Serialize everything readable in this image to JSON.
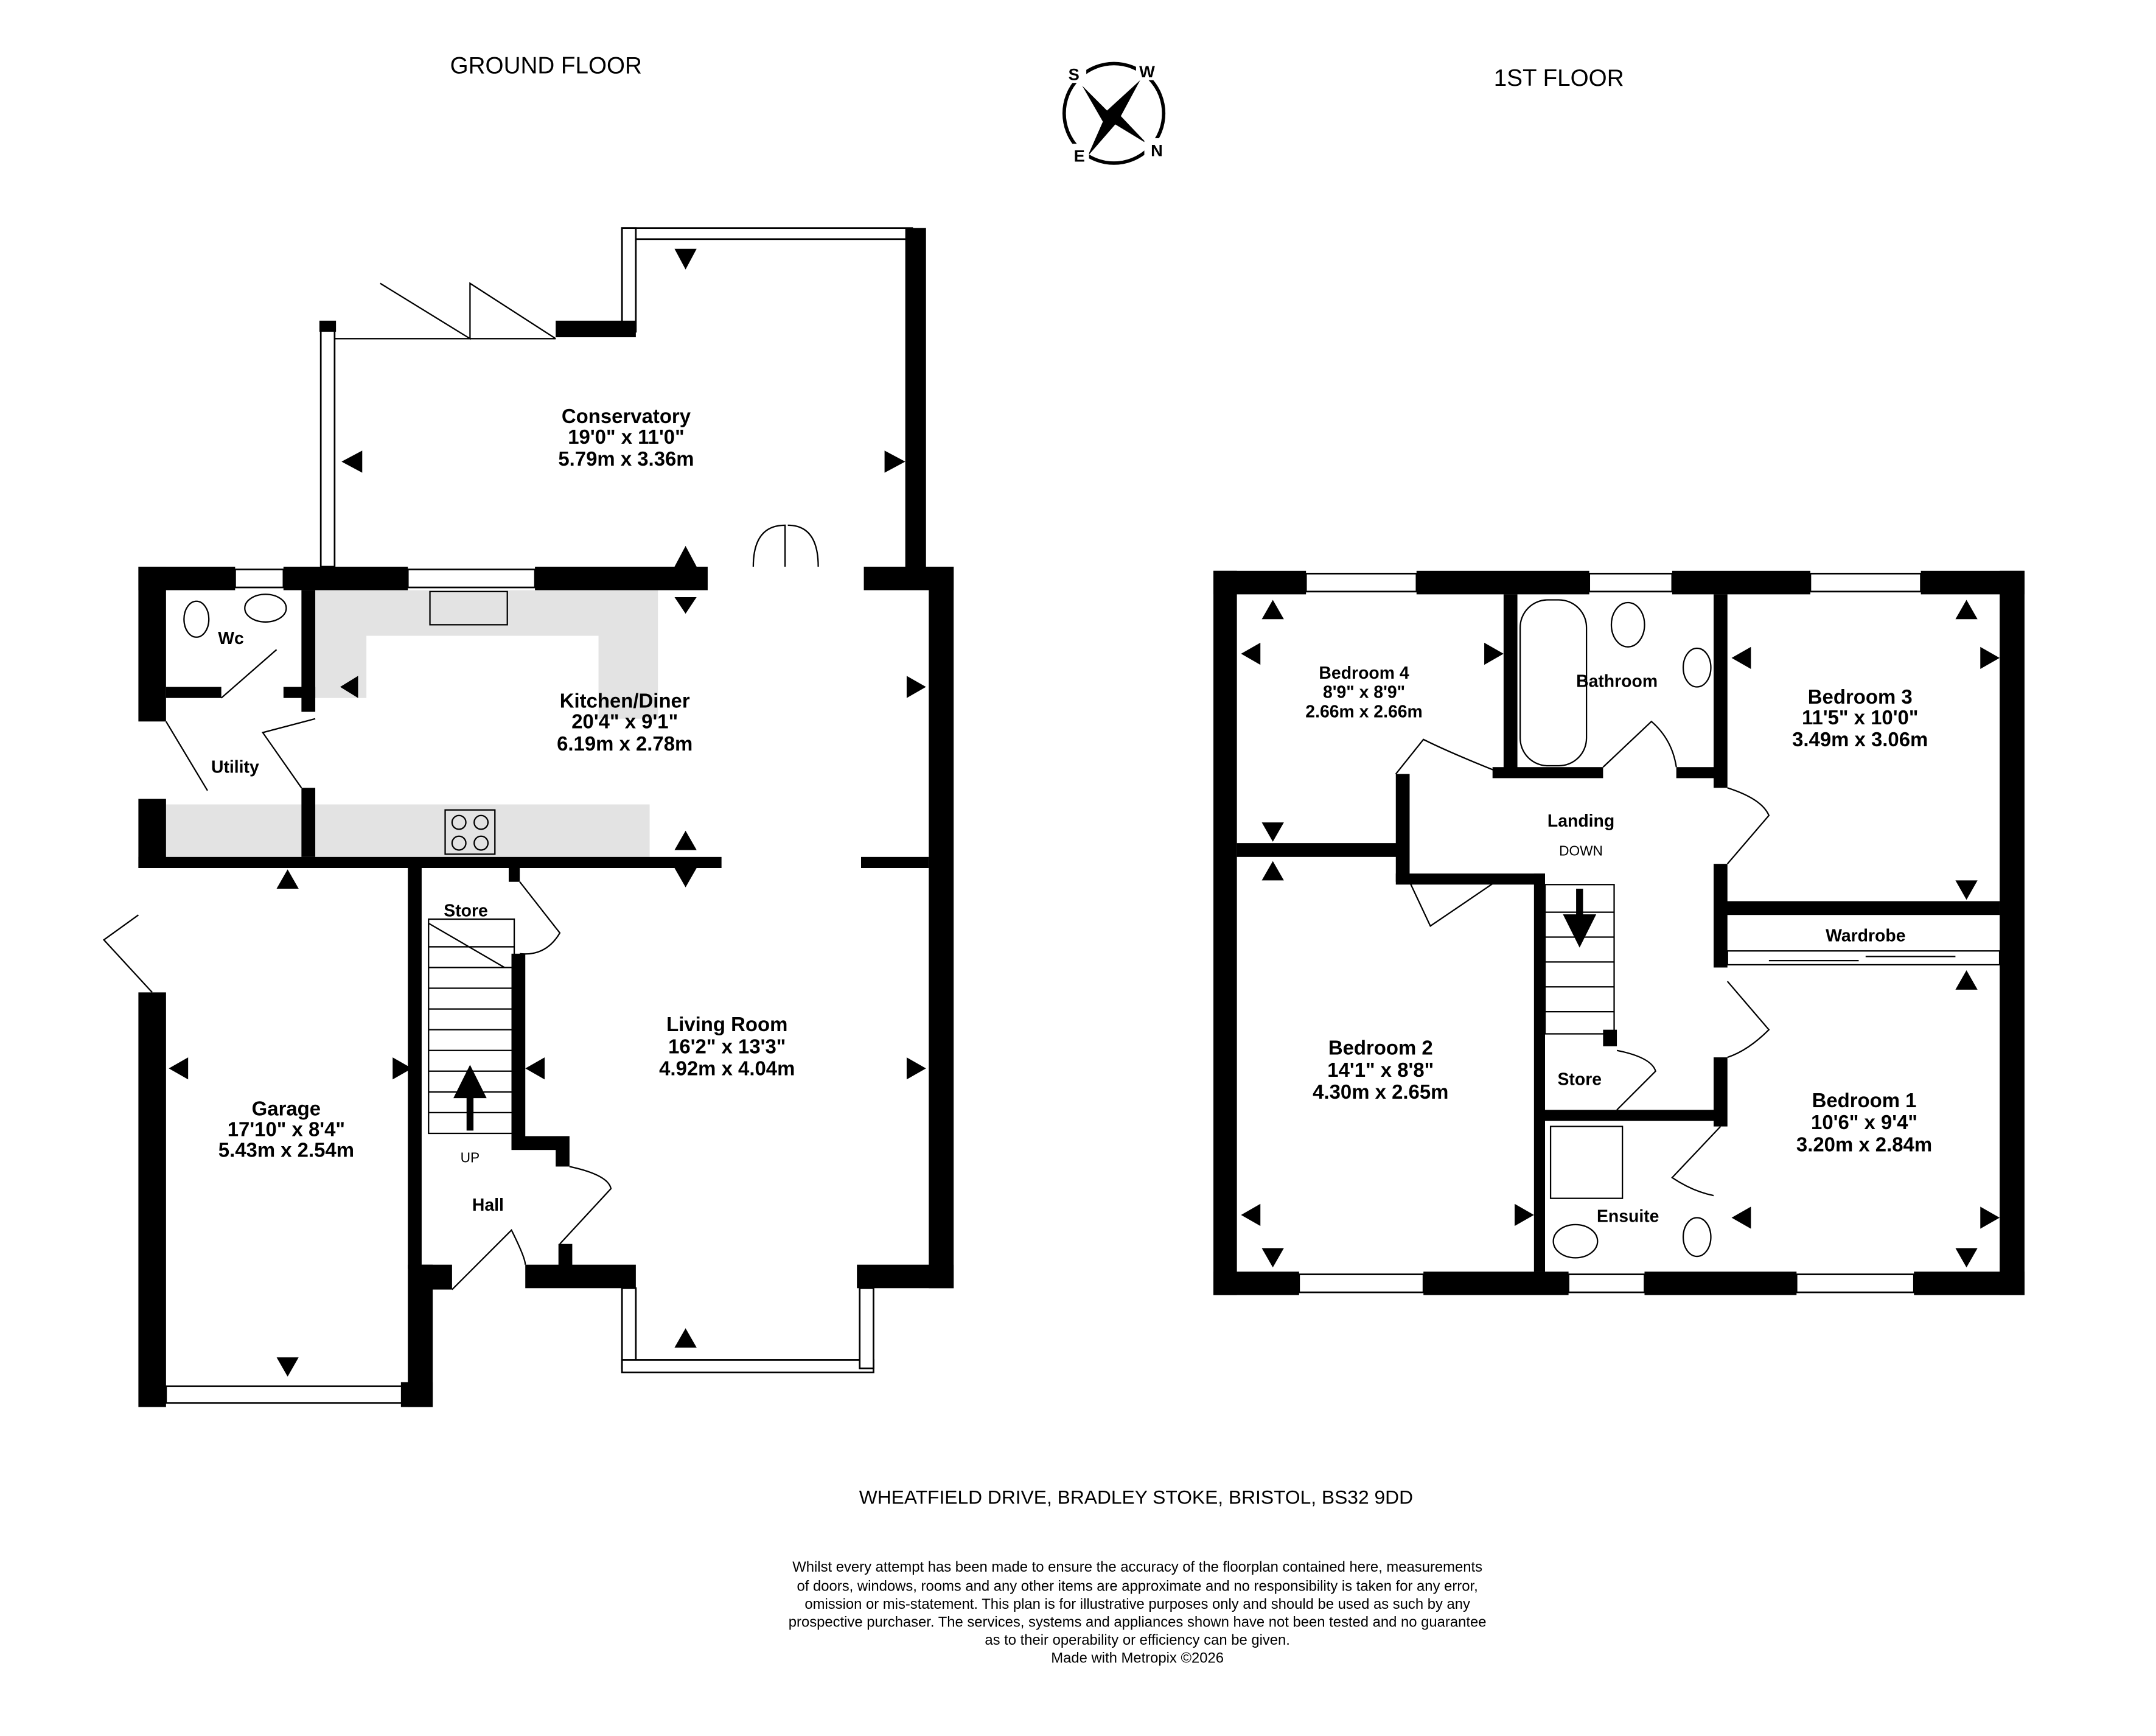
{
  "headers": {
    "ground_floor": "GROUND FLOOR",
    "first_floor": "1ST FLOOR"
  },
  "compass": {
    "labels": [
      "S",
      "W",
      "N",
      "E"
    ]
  },
  "ground_floor": {
    "rooms": [
      {
        "name": "Conservatory",
        "imperial": "19'0\"  x 11'0\"",
        "metric": "5.79m  x 3.36m"
      },
      {
        "name": "Kitchen/Diner",
        "imperial": "20'4\"  x 9'1\"",
        "metric": "6.19m  x 2.78m"
      },
      {
        "name": "Living Room",
        "imperial": "16'2\"  x 13'3\"",
        "metric": "4.92m  x 4.04m"
      },
      {
        "name": "Garage",
        "imperial": "17'10\"  x 8'4\"",
        "metric": "5.43m  x 2.54m"
      }
    ],
    "labels": {
      "wc": "Wc",
      "utility": "Utility",
      "store": "Store",
      "hall": "Hall",
      "up": "UP"
    }
  },
  "first_floor": {
    "rooms": [
      {
        "name": "Bedroom 4",
        "imperial": "8'9\"  x 8'9\"",
        "metric": "2.66m  x 2.66m"
      },
      {
        "name": "Bedroom 3",
        "imperial": "11'5\"  x 10'0\"",
        "metric": "3.49m  x 3.06m"
      },
      {
        "name": "Bedroom 2",
        "imperial": "14'1\"  x 8'8\"",
        "metric": "4.30m  x 2.65m"
      },
      {
        "name": "Bedroom 1",
        "imperial": "10'6\"  x 9'4\"",
        "metric": "3.20m  x 2.84m"
      }
    ],
    "labels": {
      "bathroom": "Bathroom",
      "landing": "Landing",
      "down": "DOWN",
      "wardrobe": "Wardrobe",
      "store": "Store",
      "ensuite": "Ensuite"
    }
  },
  "footer": {
    "address": "WHEATFIELD DRIVE, BRADLEY STOKE, BRISTOL, BS32 9DD",
    "disclaimer": [
      "Whilst every attempt has been made to ensure the accuracy of the floorplan contained here, measurements",
      "of doors, windows, rooms and any other items are approximate and no responsibility is taken for any error,",
      "omission or mis-statement. This plan is for illustrative purposes only and should be used as such by any",
      "prospective purchaser. The services, systems and appliances shown have not been tested and no guarantee",
      "as to their operability or efficiency can be given."
    ],
    "credit": "Made with Metropix ©2026"
  }
}
